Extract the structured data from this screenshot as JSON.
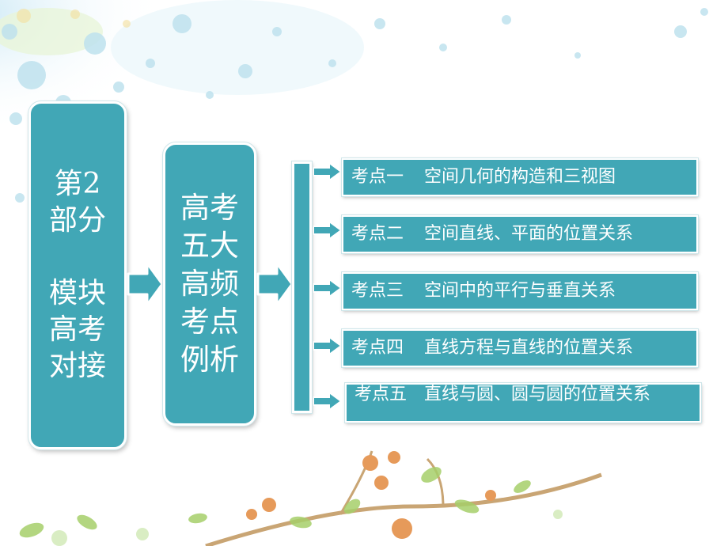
{
  "left_box": {
    "line1": "第2",
    "line2": "部分",
    "line3": "模块",
    "line4": "高考",
    "line5": "对接"
  },
  "middle_box": {
    "lines": [
      "高考",
      "五大",
      "高频",
      "考点",
      "例析"
    ]
  },
  "topics": [
    {
      "label": "考点一",
      "title": "空间几何的构造和三视图"
    },
    {
      "label": "考点二",
      "title": "空间直线、平面的位置关系"
    },
    {
      "label": "考点三",
      "title": "空间中的平行与垂直关系"
    },
    {
      "label": "考点四",
      "title": "直线方程与直线的位置关系"
    },
    {
      "label": "考点五",
      "title": "直线与圆、圆与圆的位置关系"
    }
  ],
  "colors": {
    "box_fill": "#41a7b6",
    "box_border": "#ffffff",
    "text": "#ffffff"
  }
}
